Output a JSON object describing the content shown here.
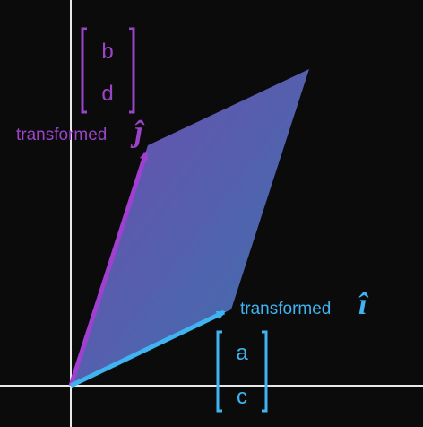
{
  "labels": {
    "i_hat": {
      "text": "transformed",
      "symbol": "î",
      "color": "#3fb4f0"
    },
    "j_hat": {
      "text": "transformed",
      "symbol": "ĵ",
      "color": "#9b44c8"
    }
  },
  "matrices": {
    "i_column": {
      "top": "a",
      "bottom": "c",
      "color": "#3fb4f0"
    },
    "j_column": {
      "top": "b",
      "bottom": "d",
      "color": "#9b44c8"
    }
  },
  "colors": {
    "background": "#0b0b0c",
    "axes": "#e8e8e8",
    "parallelogram_start": "#6a55b8",
    "parallelogram_end": "#3f7ab8"
  }
}
